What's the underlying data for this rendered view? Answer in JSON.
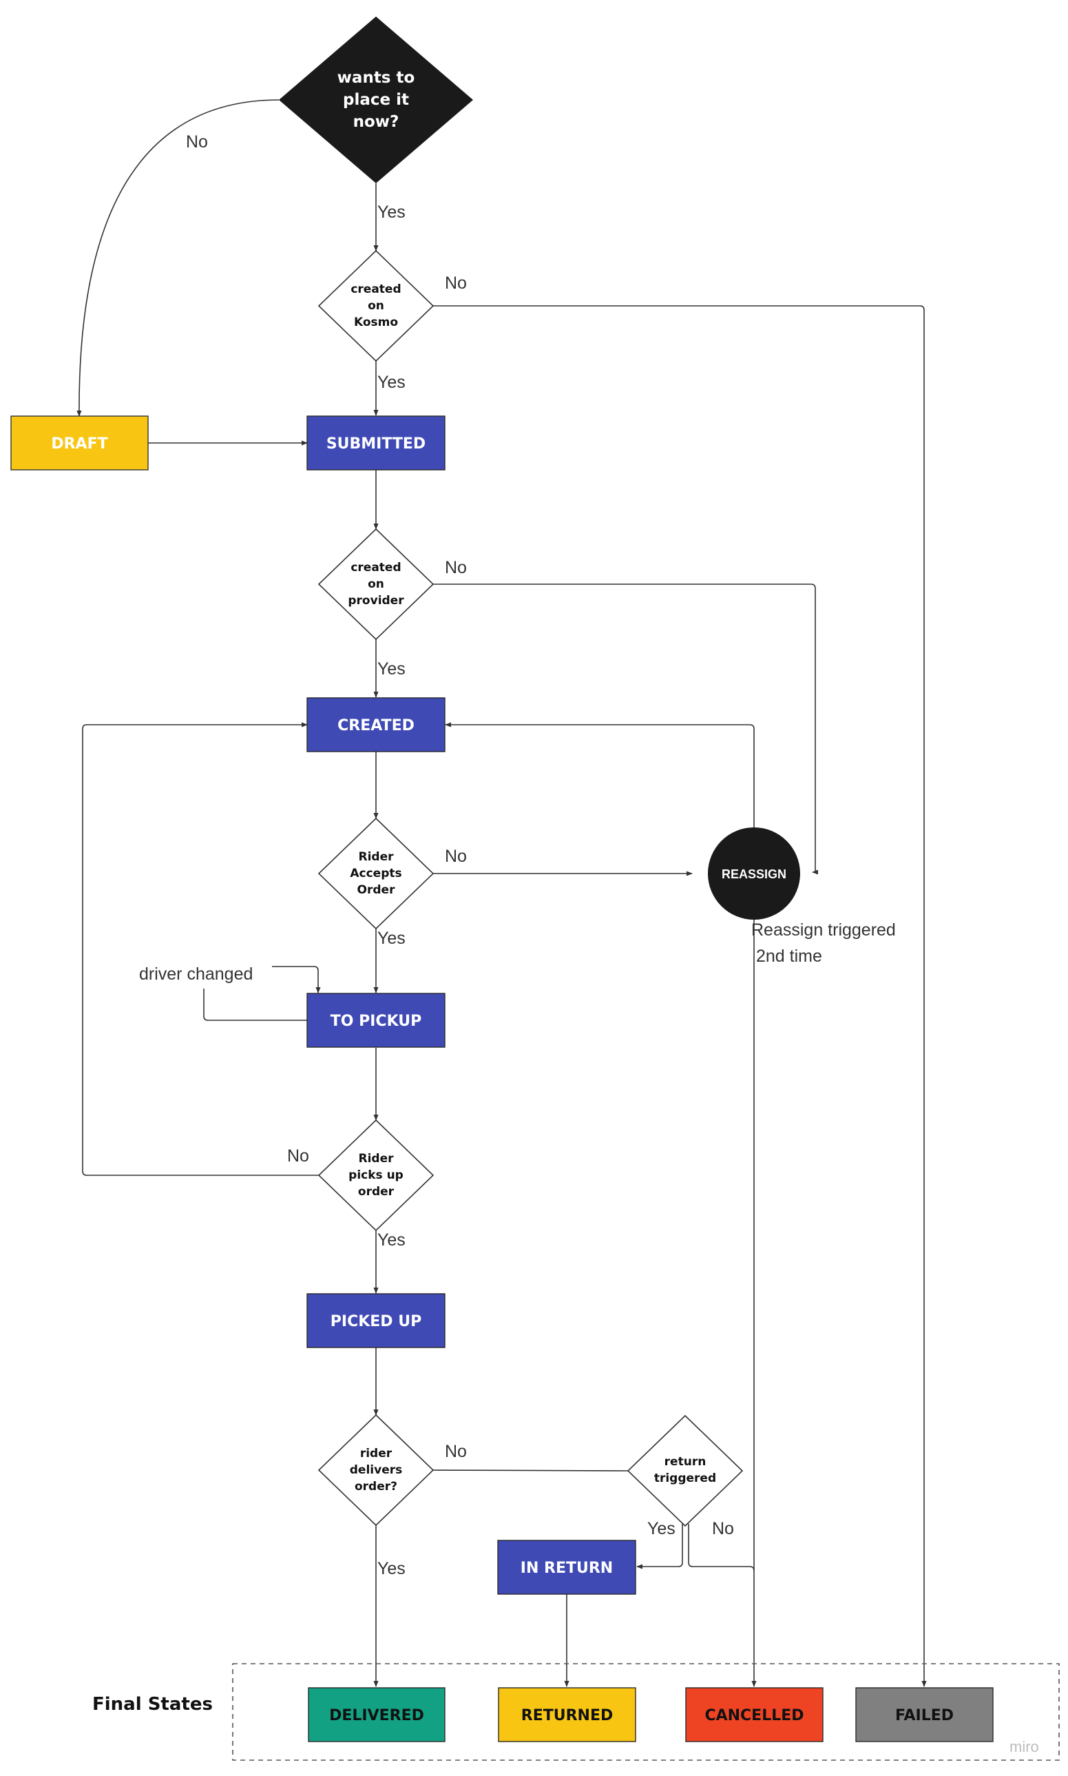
{
  "colors": {
    "submitted": "#3f4ab5",
    "draft": "#f8c612",
    "delivered": "#12a283",
    "returned": "#f8c612",
    "cancelled": "#ef4423",
    "failed": "#808080",
    "decision_dark": "#1a1a1a",
    "edge": "#333333"
  },
  "decisions": {
    "place_now": {
      "lines": [
        "wants to",
        "place it",
        "now?"
      ]
    },
    "created_kosmo": {
      "lines": [
        "created",
        "on",
        "Kosmo"
      ]
    },
    "created_provider": {
      "lines": [
        "created",
        "on",
        "provider"
      ]
    },
    "rider_accepts": {
      "lines": [
        "Rider",
        "Accepts",
        "Order"
      ]
    },
    "rider_picks": {
      "lines": [
        "Rider",
        "picks up",
        "order"
      ]
    },
    "rider_delivers": {
      "lines": [
        "rider",
        "delivers",
        "order?"
      ]
    },
    "return_triggered": {
      "lines": [
        "return",
        "triggered"
      ]
    }
  },
  "states": {
    "draft": "DRAFT",
    "submitted": "SUBMITTED",
    "created": "CREATED",
    "to_pickup": "TO PICKUP",
    "picked_up": "PICKED UP",
    "in_return": "IN RETURN",
    "delivered": "DELIVERED",
    "returned": "RETURNED",
    "cancelled": "CANCELLED",
    "failed": "FAILED"
  },
  "reassign": "REASSIGN",
  "edge_labels": {
    "place_no": "No",
    "place_yes": "Yes",
    "kosmo_no": "No",
    "kosmo_yes": "Yes",
    "provider_no": "No",
    "provider_yes": "Yes",
    "accepts_no": "No",
    "accepts_yes": "Yes",
    "picks_no": "No",
    "picks_yes": "Yes",
    "delivers_no": "No",
    "delivers_yes": "Yes",
    "return_yes": "Yes",
    "return_no": "No"
  },
  "notes": {
    "driver_changed": "driver changed",
    "reassign_line1": "Reassign triggered",
    "reassign_line2": "2nd time"
  },
  "final_states_title": "Final States",
  "watermark": "miro"
}
